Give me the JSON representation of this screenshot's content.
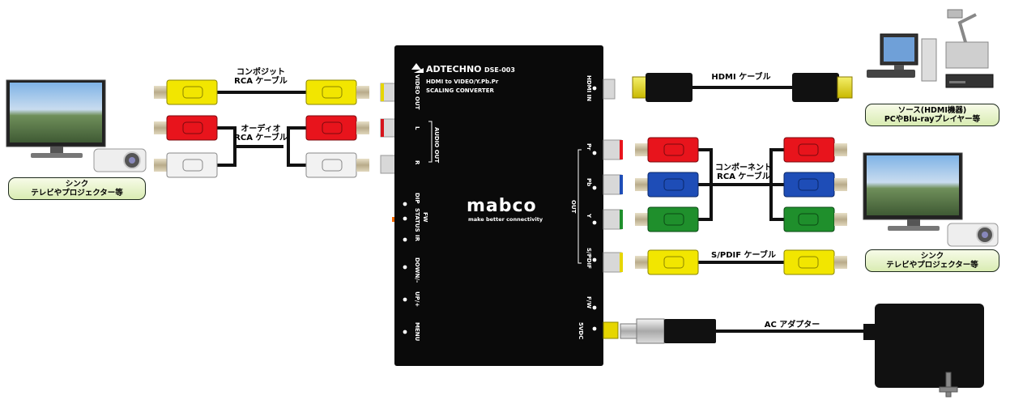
{
  "device": {
    "brand": "ADTECHNO",
    "model": "DSE-003",
    "desc_line1": "HDMI to VIDEO/Y.Pb.Pr",
    "desc_line2": "SCALING CONVERTER",
    "logo": "mabco",
    "tagline": "make better connectivity",
    "ports": {
      "video_out": "VIDEO OUT",
      "audio_out": "AUDIO OUT",
      "l": "L",
      "r": "R",
      "dip": "DIP",
      "status": "STATUS",
      "fw": "FW",
      "ir": "IR",
      "down": "DOWN/–",
      "up": "UP/+",
      "menu": "MENU",
      "hdmi_in": "HDMI IN",
      "pr": "Pr",
      "pb": "Pb",
      "y": "Y",
      "out": "OUT",
      "spdif": "S/PDIF",
      "fw_right": "F/W",
      "dc": "5VDC"
    }
  },
  "labels": {
    "composite_line1": "コンポジット",
    "composite_line2": "RCA ケーブル",
    "audio_line1": "オーディオ",
    "audio_line2": "RCA ケーブル",
    "hdmi_cable": "HDMI ケーブル",
    "component_line1": "コンポーネント",
    "component_line2": "RCA ケーブル",
    "spdif_cable": "S/PDIF ケーブル",
    "ac_adapter": "AC アダプター"
  },
  "badges": {
    "sink_left_line1": "シンク",
    "sink_left_line2": "テレビやプロジェクター等",
    "source_line1": "ソース(HDMI機器)",
    "source_line2": "PCやBlu-rayプレイヤー等",
    "sink_right_line1": "シンク",
    "sink_right_line2": "テレビやプロジェクター等"
  },
  "colors": {
    "yellow": "#f2e600",
    "red": "#e8141c",
    "white": "#f2f2f2",
    "blue": "#1e4db7",
    "green": "#1f8f2c",
    "device": "#0a0a0a",
    "badge_border": "#1d2a1d"
  }
}
